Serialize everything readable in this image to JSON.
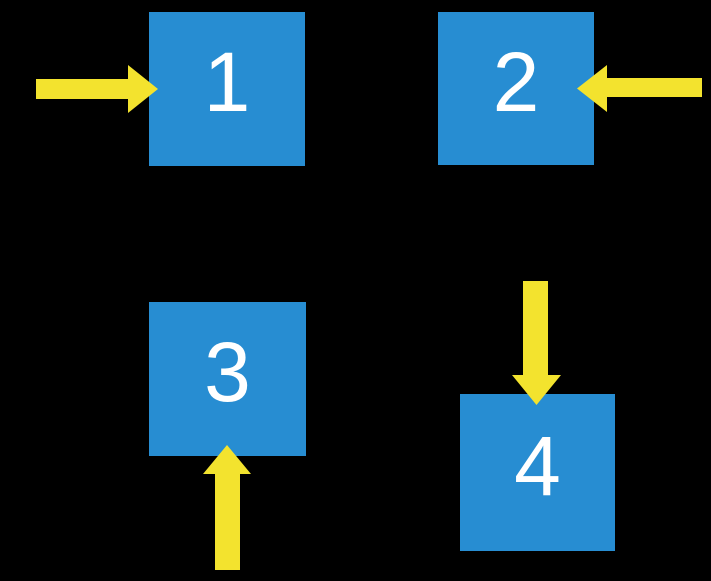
{
  "canvas": {
    "background_color": "#000000",
    "square_color": "#278DD2",
    "arrow_color": "#F3E32E",
    "label_color": "#FFFFFF"
  },
  "squares": [
    {
      "label": "1",
      "arrow_direction": "right"
    },
    {
      "label": "2",
      "arrow_direction": "left"
    },
    {
      "label": "3",
      "arrow_direction": "up"
    },
    {
      "label": "4",
      "arrow_direction": "down"
    }
  ]
}
